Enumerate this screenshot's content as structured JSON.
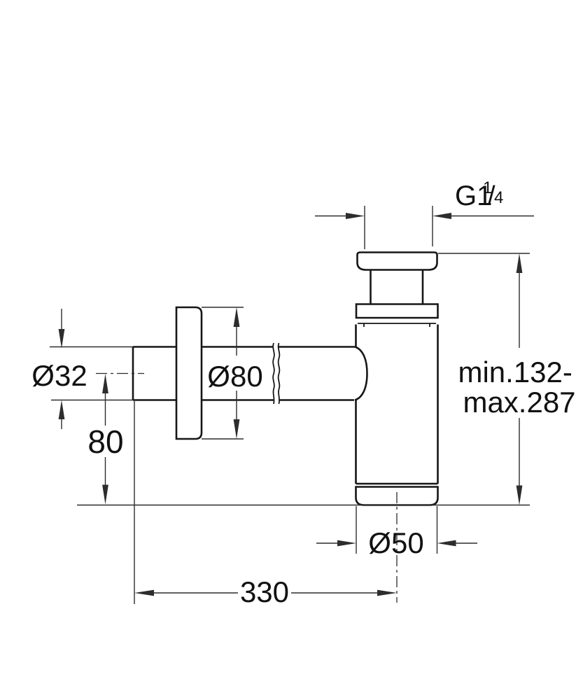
{
  "drawing": {
    "kind": "technical-dimension-drawing",
    "subject": "bottle-trap-siphon-side-view",
    "background": "#ffffff",
    "colors": {
      "outline": "#161616",
      "dimension_lines": "#2d2d2d",
      "text": "#111111"
    },
    "labels": {
      "thread": {
        "main": "G1",
        "sup": "1",
        "slash": "/",
        "sub": "4"
      },
      "height_range": {
        "line1": "min.132-",
        "line2": "max.287"
      },
      "inlet_diameter": "Ø32",
      "rosette_diameter": "Ø80",
      "inlet_center_height": "80",
      "body_diameter": "Ø50",
      "projection_length": "330"
    }
  }
}
